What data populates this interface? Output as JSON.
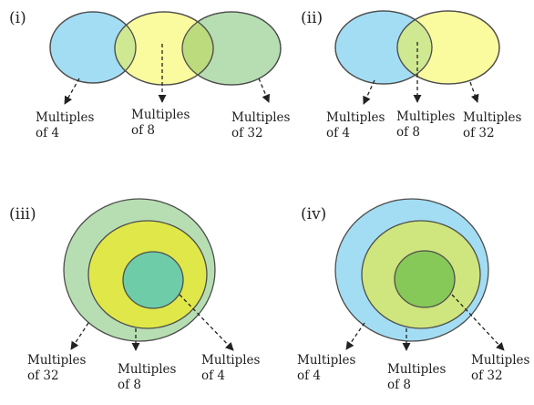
{
  "colors": {
    "blue": "#a3ddf3",
    "yellow": "#fafa9e",
    "green": "#b7deb2",
    "blue_yellow_overlap": "#cfe892",
    "yellow_green_overlap": "#bbdb7c",
    "lime": "#dfe848",
    "teal": "#6ecca9",
    "light_lime": "#cfe57d",
    "mid_green": "#87c958"
  },
  "panels": {
    "p1": {
      "label": "(i)",
      "captions": {
        "multiples_of_4": {
          "line1": "Multiples",
          "line2": "of 4"
        },
        "multiples_of_8": {
          "line1": "Multiples",
          "line2": "of 8"
        },
        "multiples_of_32": {
          "line1": "Multiples",
          "line2": "of 32"
        }
      }
    },
    "p2": {
      "label": "(ii)",
      "captions": {
        "multiples_of_4": {
          "line1": "Multiples",
          "line2": "of 4"
        },
        "multiples_of_8": {
          "line1": "Multiples",
          "line2": "of 8"
        },
        "multiples_of_32": {
          "line1": "Multiples",
          "line2": "of 32"
        }
      }
    },
    "p3": {
      "label": "(iii)",
      "captions": {
        "multiples_of_32": {
          "line1": "Multiples",
          "line2": "of 32"
        },
        "multiples_of_8": {
          "line1": "Multiples",
          "line2": "of 8"
        },
        "multiples_of_4": {
          "line1": "Multiples",
          "line2": "of 4"
        }
      }
    },
    "p4": {
      "label": "(iv)",
      "captions": {
        "multiples_of_4": {
          "line1": "Multiples",
          "line2": "of 4"
        },
        "multiples_of_8": {
          "line1": "Multiples",
          "line2": "of 8"
        },
        "multiples_of_32": {
          "line1": "Multiples",
          "line2": "of 32"
        }
      }
    }
  }
}
